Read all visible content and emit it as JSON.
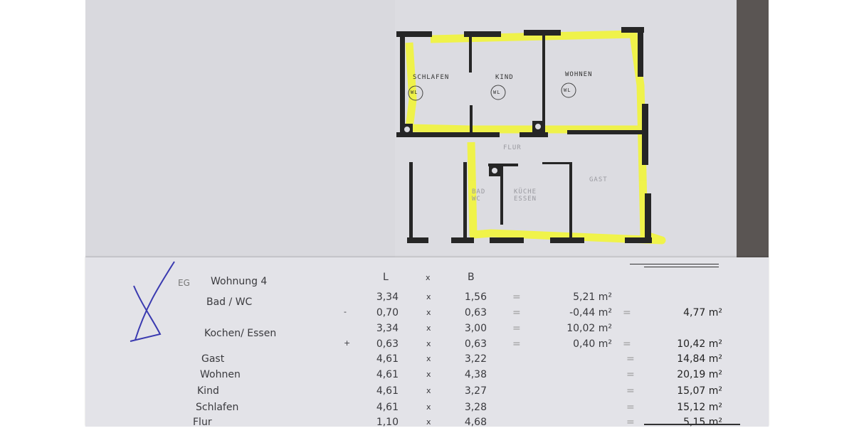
{
  "plan": {
    "rooms": [
      "SCHLAFEN",
      "KIND",
      "WOHNEN",
      "FLUR",
      "BAD WC",
      "KÜCHE ESSEN",
      "GAST"
    ],
    "outlet_label": "WL",
    "highlight_color": "#f2f53a"
  },
  "table": {
    "floor": "EG",
    "unit": "Wohnung 4",
    "col_l": "L",
    "col_x": "x",
    "col_b": "B",
    "rows": [
      {
        "name": "Bad / WC",
        "sign": "",
        "l": "3,34",
        "b": "1,56",
        "partial": "5,21 m²",
        "total": ""
      },
      {
        "name": "",
        "sign": "-",
        "l": "0,70",
        "b": "0,63",
        "partial": "-0,44 m²",
        "total": "4,77 m²"
      },
      {
        "name": "Kochen/ Essen",
        "sign": "",
        "l": "3,34",
        "b": "3,00",
        "partial": "10,02 m²",
        "total": ""
      },
      {
        "name": "",
        "sign": "+",
        "l": "0,63",
        "b": "0,63",
        "partial": "0,40 m²",
        "total": "10,42 m²"
      },
      {
        "name": "Gast",
        "sign": "",
        "l": "4,61",
        "b": "3,22",
        "partial": "",
        "total": "14,84 m²"
      },
      {
        "name": "Wohnen",
        "sign": "",
        "l": "4,61",
        "b": "4,38",
        "partial": "",
        "total": "20,19 m²"
      },
      {
        "name": "Kind",
        "sign": "",
        "l": "4,61",
        "b": "3,27",
        "partial": "",
        "total": "15,07 m²"
      },
      {
        "name": "Schlafen",
        "sign": "",
        "l": "4,61",
        "b": "3,28",
        "partial": "",
        "total": "15,12 m²"
      },
      {
        "name": "Flur",
        "sign": "",
        "l": "1,10",
        "b": "4,68",
        "partial": "",
        "total": "5,15 m²"
      }
    ],
    "equals": "=",
    "handwritten_mark_color": "#3a3ab0"
  }
}
